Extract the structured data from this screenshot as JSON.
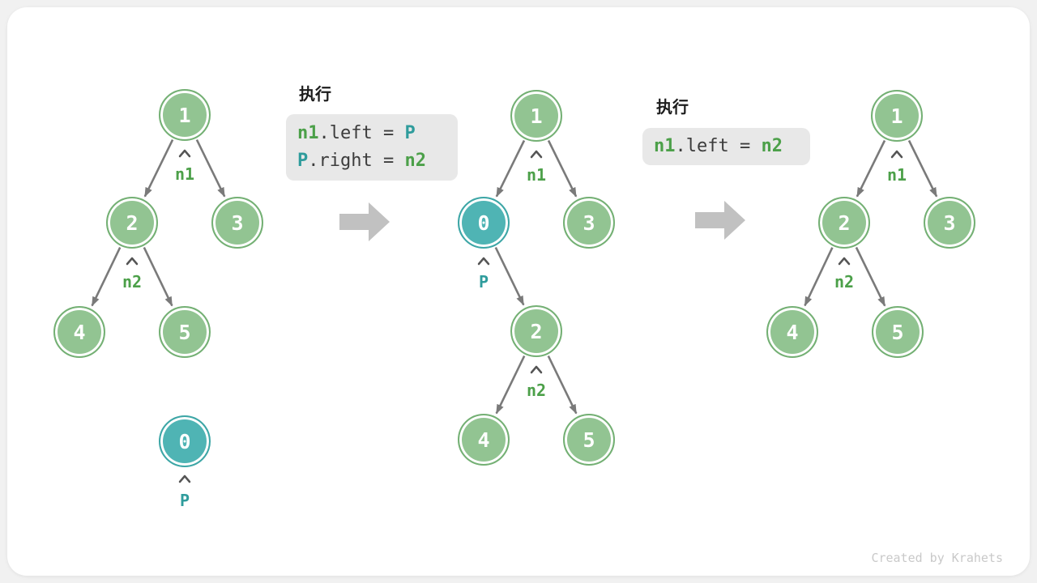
{
  "colors": {
    "node_green_fill": "#92c492",
    "node_green_border": "#74b074",
    "node_teal_fill": "#4fb4b4",
    "node_teal_border": "#3da6a6",
    "edge_gray": "#7a7a7a",
    "label_green": "#4ca049",
    "label_teal": "#2f9c9c",
    "code_bg": "#e8e8e8",
    "code_text": "#3c3c3c",
    "flow_arrow_gray": "#c1c1c1",
    "card_bg": "#ffffff",
    "page_bg": "#f1f1f1",
    "credit_gray": "#c9c9c9"
  },
  "codes": {
    "c1": {
      "title": "执行",
      "l1": {
        "a": "n1",
        "b": ".left = ",
        "c": "P"
      },
      "l2": {
        "a": "P",
        "b": ".right = ",
        "c": "n2"
      }
    },
    "c2": {
      "title": "执行",
      "l1": {
        "a": "n1",
        "b": ".left = ",
        "c": "n2"
      }
    }
  },
  "trees": {
    "t1": {
      "nodes": {
        "v1": "1",
        "v2": "2",
        "v3": "3",
        "v4": "4",
        "v5": "5",
        "v0": "0"
      },
      "labels": {
        "n1": "n1",
        "n2": "n2",
        "p": "P"
      }
    },
    "t2": {
      "nodes": {
        "v1": "1",
        "v0": "0",
        "v3": "3",
        "v2": "2",
        "v4": "4",
        "v5": "5"
      },
      "labels": {
        "n1": "n1",
        "p": "P",
        "n2": "n2"
      }
    },
    "t3": {
      "nodes": {
        "v1": "1",
        "v2": "2",
        "v3": "3",
        "v4": "4",
        "v5": "5"
      },
      "labels": {
        "n1": "n1",
        "n2": "n2"
      }
    }
  },
  "footer": {
    "credit": "Created by Krahets"
  }
}
